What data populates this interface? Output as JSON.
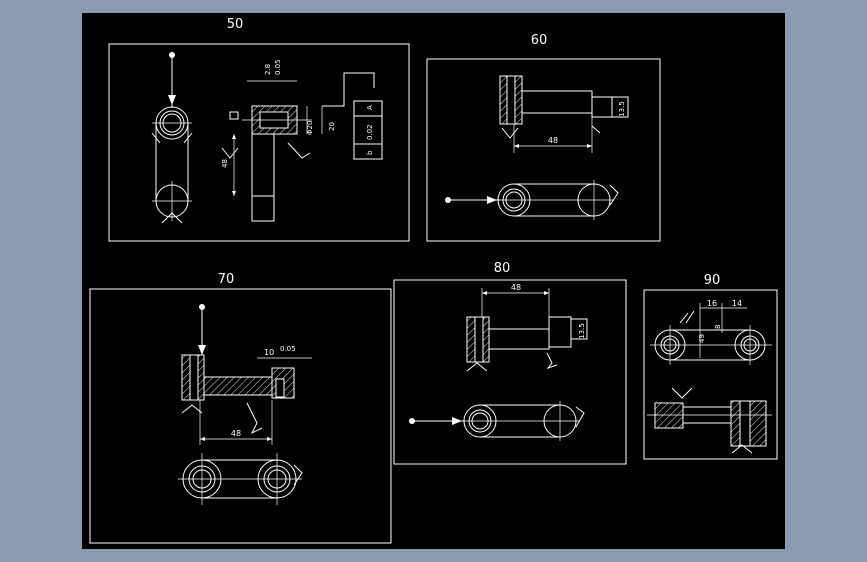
{
  "colors": {
    "background": "#8a9bb1",
    "canvas": "#000000",
    "lines": "#ffffff"
  },
  "ops": [
    {
      "id": "50",
      "label": "50",
      "dims": {
        "d1": "48",
        "d2": "20",
        "d3": "Φ20",
        "d4": "2.8",
        "tol": "0.05"
      },
      "frame": {
        "c1": "⊥",
        "c2": "0.02",
        "c3": "A",
        "c4": "b"
      }
    },
    {
      "id": "60",
      "label": "60",
      "dims": {
        "d1": "48",
        "d2": "13.5"
      }
    },
    {
      "id": "70",
      "label": "70",
      "dims": {
        "d1": "48",
        "d2": "10",
        "tol": "0.05"
      }
    },
    {
      "id": "80",
      "label": "80",
      "dims": {
        "d1": "48",
        "d2": "13.5"
      }
    },
    {
      "id": "90",
      "label": "90",
      "dims": {
        "d1": "16",
        "d2": "14",
        "d3": "49",
        "d4": "8"
      }
    }
  ]
}
